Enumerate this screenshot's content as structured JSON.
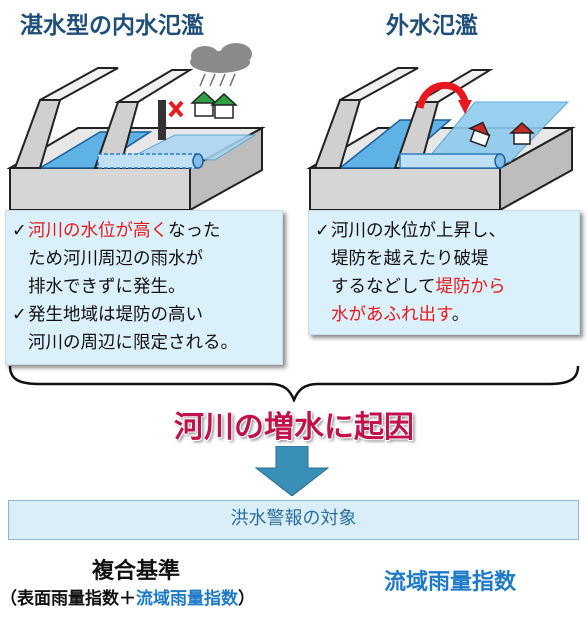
{
  "left": {
    "title": "湛水型の内水氾濫",
    "bullet1_red": "河川の水位が高く",
    "bullet1_a": "なっ",
    "bullet1_b": "た",
    "bullet1_line2": "ため河川周辺の雨水が",
    "bullet1_line3": "排水できずに発生。",
    "bullet2_line1": "発生地域は堤防の高い",
    "bullet2_line2": "河川の周辺に限定される。"
  },
  "right": {
    "title": "外水氾濫",
    "line1": "河川の水位が上昇し、",
    "line2": "堤防を越えたり破堤",
    "line3_a": "するなどして",
    "line3_red": "堤防から",
    "line4_red": "水があふれ出す",
    "line4_b": "。"
  },
  "cause": "河川の増水に起因",
  "target": "洪水警報の対象",
  "composite": {
    "title": "複合基準",
    "open": "（",
    "surface": "表面雨量指数",
    "plus": "＋",
    "basin": "流域雨量指数",
    "close": "）"
  },
  "basin_index": "流域雨量指数",
  "colors": {
    "title": "#1f4e79",
    "emphasis": "#e8191e",
    "cause": "#c0124b",
    "accent": "#1e7ac8",
    "box": "#daf0fb",
    "arrow": "#3a8fb7"
  },
  "icons": [
    "check-icon",
    "down-arrow-icon",
    "brace-icon",
    "rain-cloud-icon",
    "house-icon",
    "overflow-arrow-icon"
  ]
}
